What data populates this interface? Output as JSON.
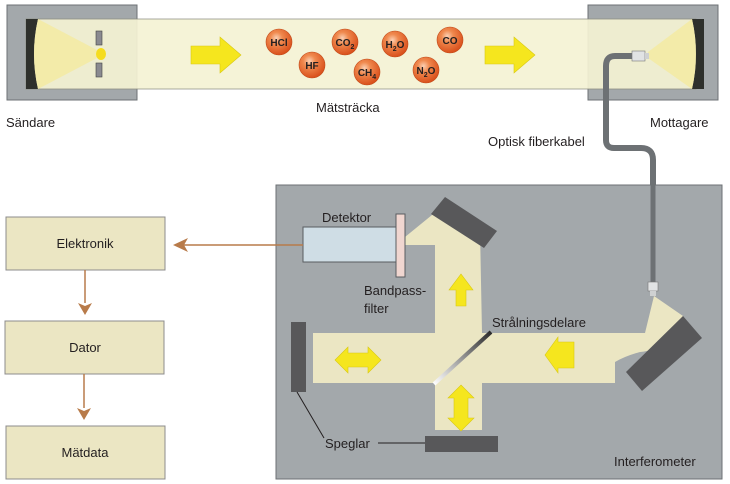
{
  "labels": {
    "sender": "Sändare",
    "path": "Mätsträcka",
    "receiver": "Mottagare",
    "fiber": "Optisk fiberkabel",
    "detector": "Detektor",
    "bandpass_line1": "Bandpass-",
    "bandpass_line2": "filter",
    "beamsplitter": "Strålningsdelare",
    "mirrors": "Speglar",
    "interferometer": "Interferometer"
  },
  "gases": [
    {
      "main": "HCl",
      "sub": "",
      "tail": ""
    },
    {
      "main": "HF",
      "sub": "",
      "tail": ""
    },
    {
      "main": "CO",
      "sub": "2",
      "tail": ""
    },
    {
      "main": "CH",
      "sub": "4",
      "tail": ""
    },
    {
      "main": "H",
      "sub": "2",
      "tail": "O"
    },
    {
      "main": "N",
      "sub": "2",
      "tail": "O"
    },
    {
      "main": "CO",
      "sub": "",
      "tail": ""
    }
  ],
  "flow": {
    "boxes": [
      "Elektronik",
      "Dator",
      "Mätdata"
    ]
  },
  "colors": {
    "housing": "#a3a8ab",
    "beam": "#f5f3d4",
    "beam_inner": "#ebe6c3",
    "arrow": "#f5e61e",
    "gas_ball": "#e8632a",
    "flow_arrow": "#b87b4a",
    "mirror": "#58585a",
    "detector": "#cfdde5",
    "filter": "#f0d6d0"
  }
}
